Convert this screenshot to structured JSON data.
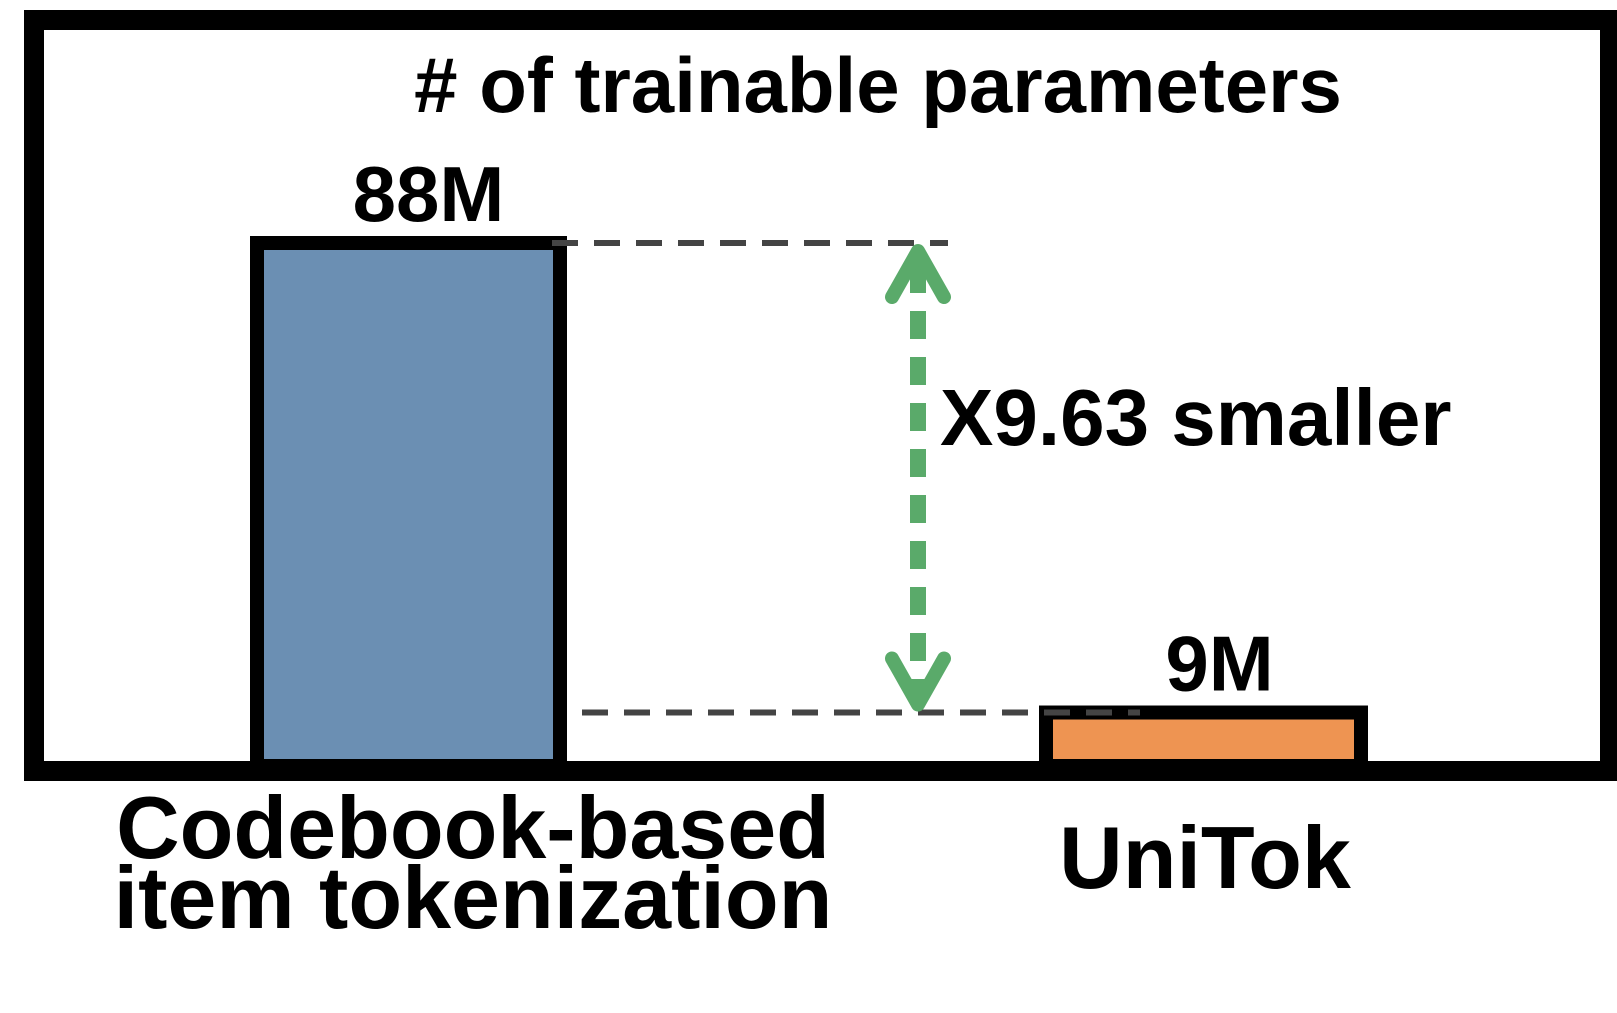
{
  "chart_data": {
    "type": "bar",
    "title": "# of trainable parameters",
    "categories": [
      "Codebook-based\nitem tokenization",
      "UniTok"
    ],
    "values": [
      88,
      9
    ],
    "data_labels": [
      "88M",
      "9M"
    ],
    "ylim": [
      0,
      88
    ],
    "grid": false,
    "legend": "none",
    "annotation": "X9.63 smaller",
    "colors": {
      "bars": [
        "#6b8fb3",
        "#ee9452"
      ],
      "edge": "#000000",
      "reference_line": "#444444",
      "arrow": "#5aaa6a"
    }
  }
}
